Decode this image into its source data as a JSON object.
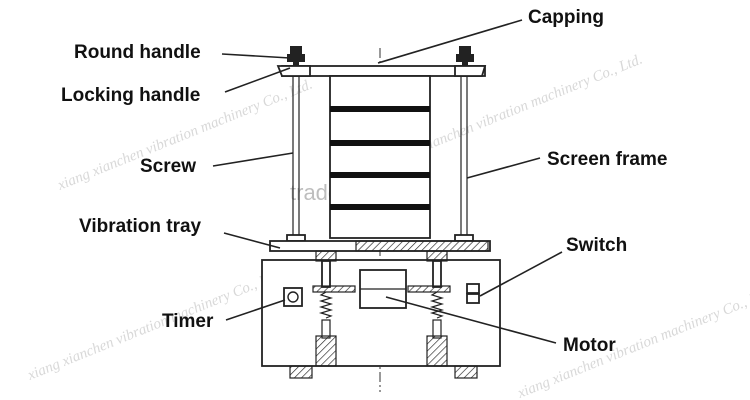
{
  "labels": {
    "capping": "Capping",
    "round_handle": "Round handle",
    "locking_handle": "Locking handle",
    "screw": "Screw",
    "screen_frame": "Screen frame",
    "vibration_tray": "Vibration tray",
    "switch": "Switch",
    "timer": "Timer",
    "motor": "Motor"
  },
  "watermarks": {
    "company": "xiang xianchen vibration machinery Co., Ltd.",
    "site": "trade.china.cn"
  },
  "colors": {
    "line": "#222222",
    "text": "#111111",
    "watermark": "#b9b9b9"
  }
}
